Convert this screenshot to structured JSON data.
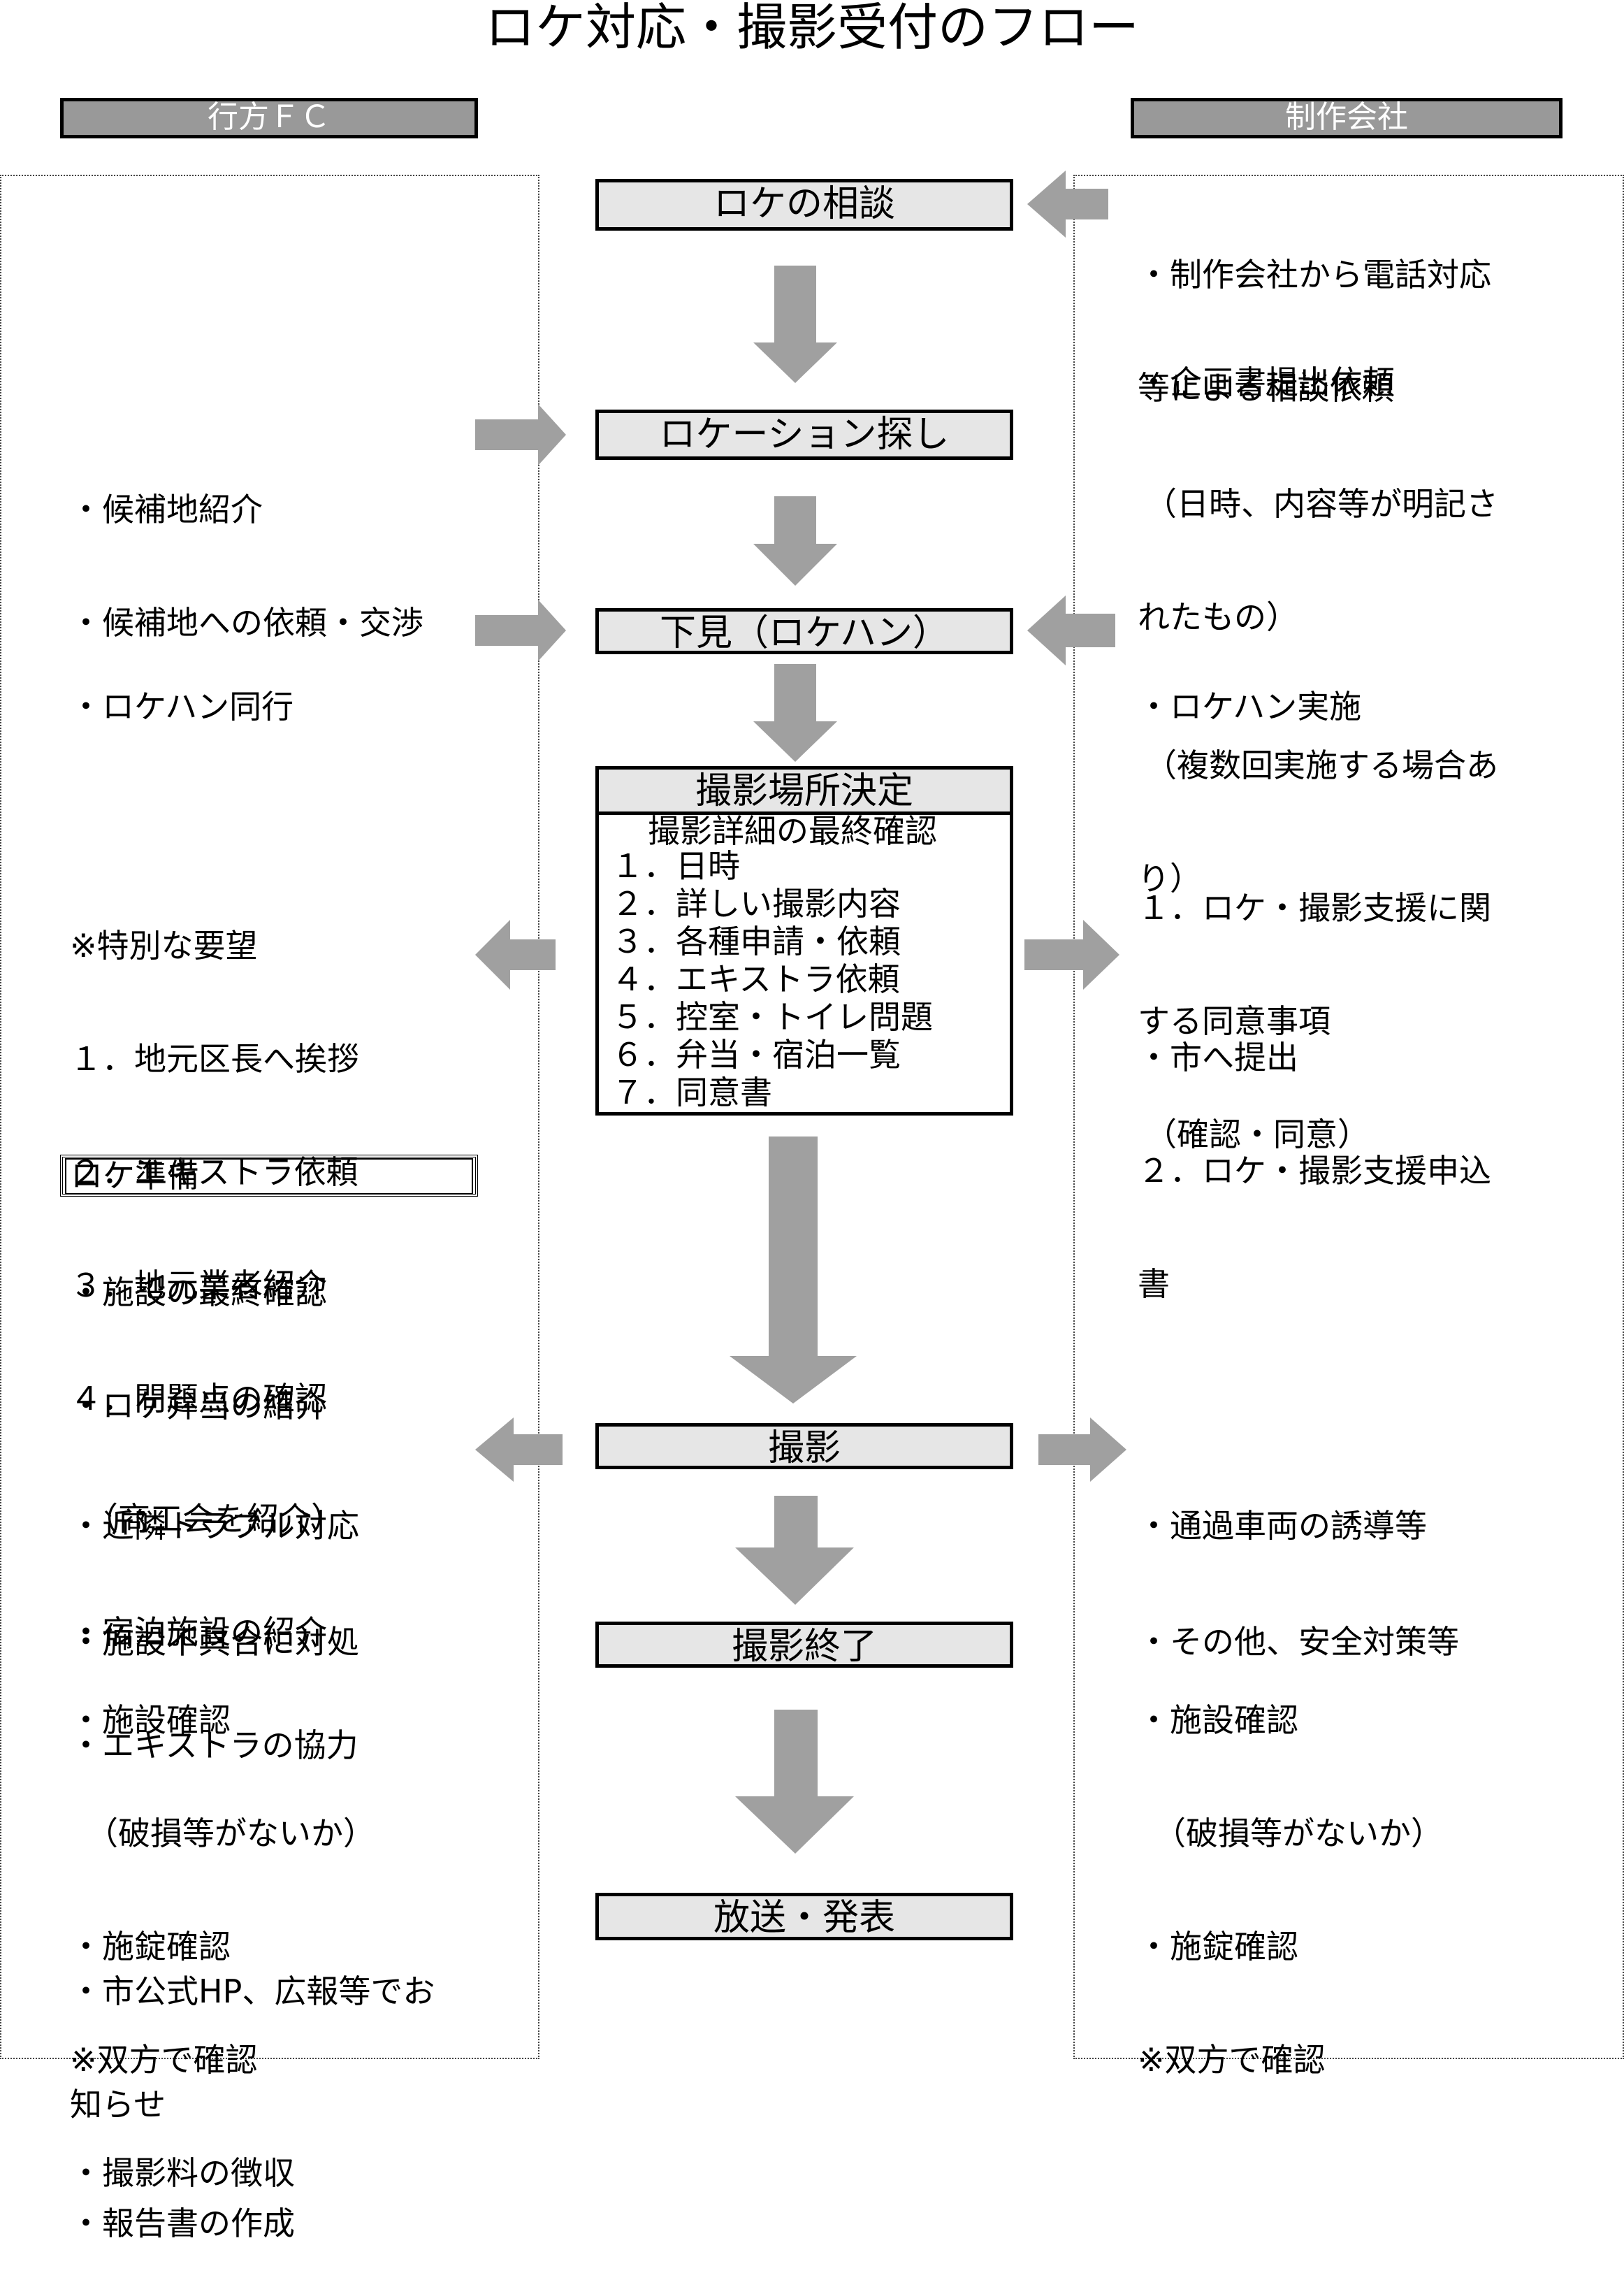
{
  "title": "ロケ対応・撮影受付のフロー",
  "headers": {
    "left": "行方ＦＣ",
    "right": "制作会社"
  },
  "steps": {
    "consult": "ロケの相談",
    "search": "ロケーション探し",
    "lokehan": "下見（ロケハン）",
    "decide": "撮影場所決定",
    "shoot": "撮影",
    "end": "撮影終了",
    "broadcast": "放送・発表"
  },
  "decide_details": [
    "撮影詳細の最終確認",
    "１．日時",
    "２．詳しい撮影内容",
    "３．各種申請・依頼",
    "４．エキストラ依頼",
    "５．控室・トイレ問題",
    "６．弁当・宿泊一覧",
    "７．同意書"
  ],
  "left": {
    "search": [
      "・候補地紹介",
      "・候補地への依頼・交渉"
    ],
    "lokehan": [
      "・ロケハン同行"
    ],
    "decide": [
      "※特別な要望",
      "１．地元区長へ挨拶",
      "２．エキストラ依頼",
      "３．地元業者紹介",
      "４．問題点の確認"
    ],
    "prep_title": "ロケ準備",
    "prep": [
      "・施設の最終確認",
      "・ロケ弁当の紹介",
      "　（商工会を紹介）",
      "・宿泊施設の紹介",
      "・エキストラの協力"
    ],
    "shoot": [
      "・近隣トラブル対応",
      "・施設不具合に対処"
    ],
    "end": [
      "・施設確認",
      "　（破損等がないか）",
      "・施錠確認",
      "※双方で確認",
      "・撮影料の徴収"
    ],
    "broadcast": [
      "・市公式HP、広報等でお",
      "知らせ",
      "・報告書の作成"
    ]
  },
  "right": {
    "consult": [
      "・制作会社から電話対応",
      "等による相談依頼"
    ],
    "plan": [
      "・企画書提出依頼",
      "（日時、内容等が明記さ",
      "れたもの）"
    ],
    "lokehan": [
      "・ロケハン実施"
    ],
    "lokehan_note": [
      "（複数回実施する場合あ",
      "り）"
    ],
    "decide": [
      "１．ロケ・撮影支援に関",
      "する同意事項",
      "（確認・同意）"
    ],
    "decide2": [
      "・市へ提出",
      "２．ロケ・撮影支援申込",
      "書"
    ],
    "shoot": [
      "・通過車両の誘導等",
      "・その他、安全対策等"
    ],
    "end": [
      "・施設確認",
      "　（破損等がないか）",
      "・施錠確認",
      "※双方で確認"
    ]
  },
  "colors": {
    "arrow": "#a0a0a0",
    "step_fill": "#e6e6e6",
    "header_fill": "#999999"
  }
}
